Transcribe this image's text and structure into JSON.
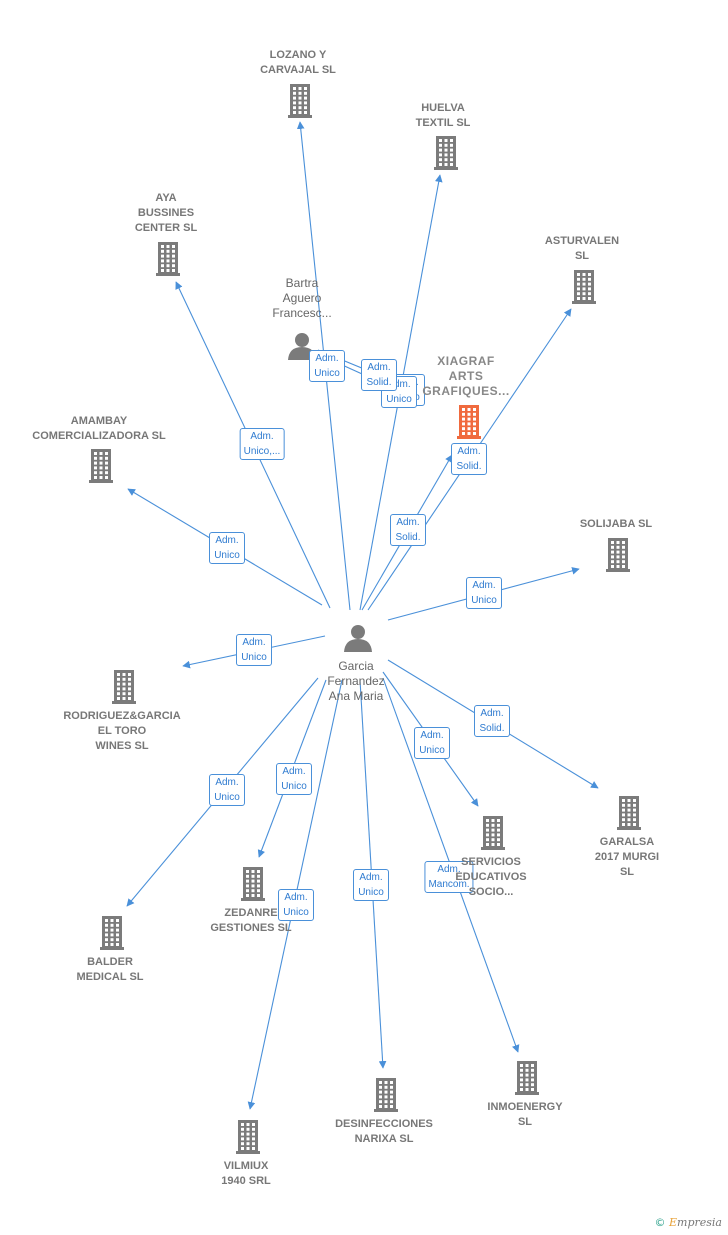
{
  "center": {
    "name": "Garcia\nFernandez\nAna Maria"
  },
  "focus": {
    "name": "XIAGRAF\nARTS\nGRAFIQUES..."
  },
  "companies": [
    {
      "id": "lozano",
      "name": "LOZANO Y\nCARVAJAL  SL"
    },
    {
      "id": "huelva",
      "name": "HUELVA\nTEXTIL SL"
    },
    {
      "id": "aya",
      "name": "AYA\nBUSSINES\nCENTER SL"
    },
    {
      "id": "asturvalen",
      "name": "ASTURVALEN\nSL"
    },
    {
      "id": "amambay",
      "name": "AMAMBAY\nCOMERCIALIZADORA SL"
    },
    {
      "id": "solijaba",
      "name": "SOLIJABA SL"
    },
    {
      "id": "rodriguez",
      "name": "RODRIGUEZ&GARCIA\nEL TORO\nWINES  SL"
    },
    {
      "id": "garalsa",
      "name": "GARALSA\n2017 MURGI\nSL"
    },
    {
      "id": "servicios",
      "name": "SERVICIOS\nEDUCATIVOS\nSOCIO..."
    },
    {
      "id": "zedanre",
      "name": "ZEDANRE\nGESTIONES SL"
    },
    {
      "id": "balder",
      "name": "BALDER\nMEDICAL  SL"
    },
    {
      "id": "inmoenergy",
      "name": "INMOENERGY\nSL"
    },
    {
      "id": "desinfecciones",
      "name": "DESINFECCIONES\nNARIXA  SL"
    },
    {
      "id": "vilmiux",
      "name": "VILMIUX\n1940 SRL"
    }
  ],
  "other_persons": [
    {
      "id": "bartra",
      "name": "Bartra\nAguero\nFrancesc..."
    }
  ],
  "edges": [
    {
      "from": "center",
      "to": "lozano",
      "label": "Adm.\nUnico"
    },
    {
      "from": "center",
      "to": "huelva",
      "label": "Adm.\nUnico"
    },
    {
      "from": "center",
      "to": "aya",
      "label": "Adm.\nUnico,..."
    },
    {
      "from": "center",
      "to": "asturvalen",
      "label": "Adm.\nSolid."
    },
    {
      "from": "center",
      "to": "focus",
      "label": "Adm.\nSolid."
    },
    {
      "from": "center",
      "to": "amambay",
      "label": "Adm.\nUnico"
    },
    {
      "from": "center",
      "to": "solijaba",
      "label": "Adm.\nUnico"
    },
    {
      "from": "center",
      "to": "rodriguez",
      "label": "Adm.\nUnico"
    },
    {
      "from": "center",
      "to": "garalsa",
      "label": "Adm.\nSolid."
    },
    {
      "from": "center",
      "to": "servicios",
      "label": "Adm.\nUnico"
    },
    {
      "from": "center",
      "to": "zedanre",
      "label": "Adm.\nUnico"
    },
    {
      "from": "center",
      "to": "balder",
      "label": "Adm.\nUnico"
    },
    {
      "from": "center",
      "to": "inmoenergy",
      "label": "Adm.\nMancom."
    },
    {
      "from": "center",
      "to": "desinfecciones",
      "label": "Adm.\nUnico"
    },
    {
      "from": "center",
      "to": "vilmiux",
      "label": "Adm.\nUnico"
    },
    {
      "from": "bartra",
      "to": "focus",
      "label": "Adm.\nUnico"
    },
    {
      "from": "bartra",
      "to": "focus",
      "label": "Adm.\nSolid."
    }
  ],
  "brand": {
    "symbol": "©",
    "initial": "E",
    "rest": "mpresia"
  },
  "colors": {
    "edge": "#4a90d9",
    "company_icon": "#7b7b7b",
    "focus_icon": "#f06a3e",
    "person_icon": "#7b7b7b"
  }
}
